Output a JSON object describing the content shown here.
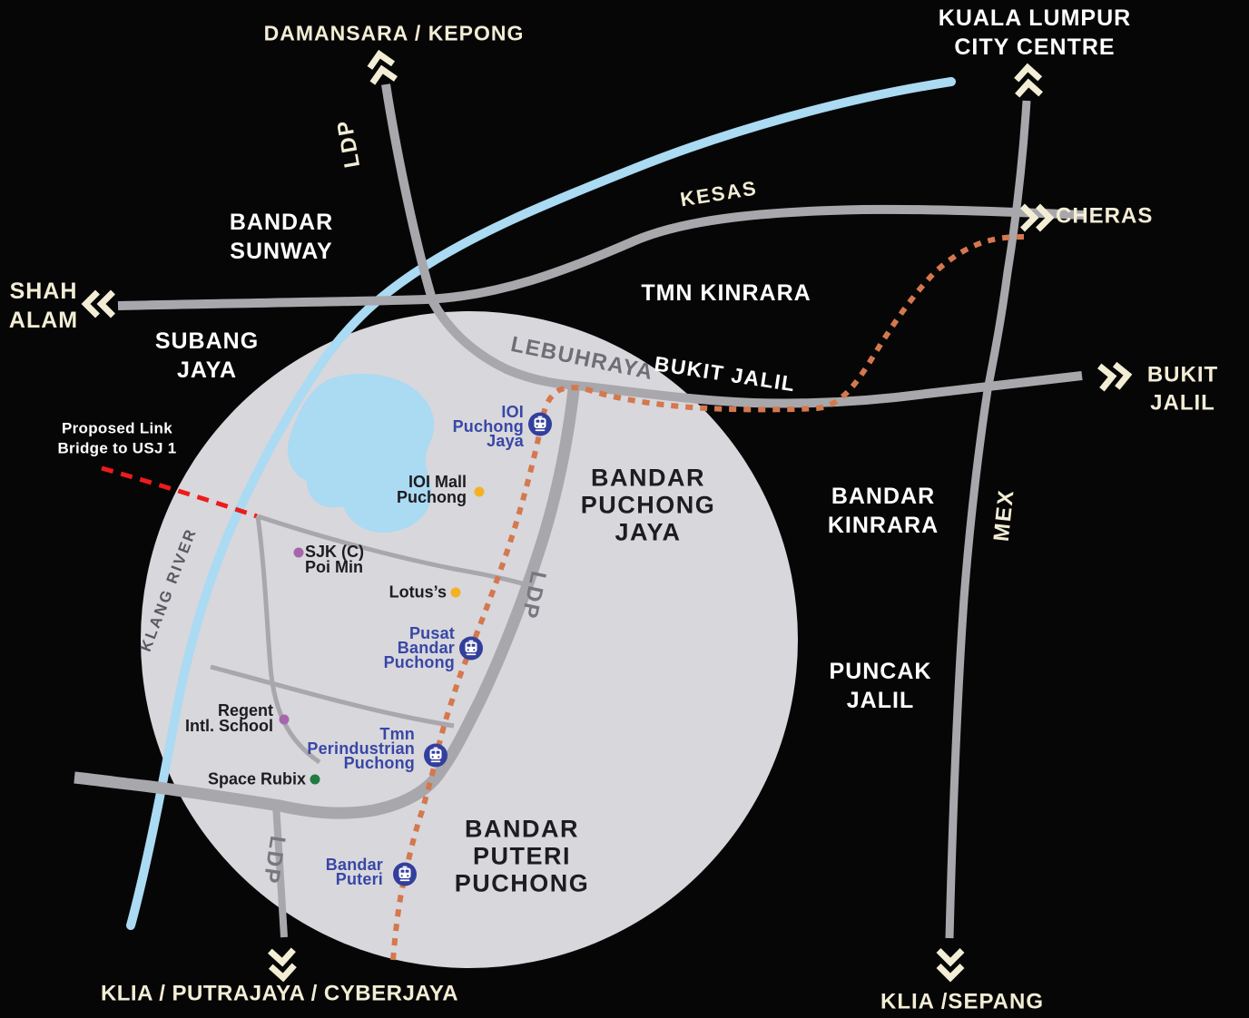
{
  "colors": {
    "background": "#060606",
    "zone": "#D8D7DC",
    "road": "#A8A7AC",
    "river": "#ABDAF3",
    "lrt_line": "#D4784E",
    "proposed_bridge": "#EE1B1B",
    "cream": "#F3EDD5",
    "white": "#FFFFFF",
    "dark_text": "#1D1C1F",
    "road_label": "#6E6E75",
    "river_label": "#585A60",
    "station": "#333F9C",
    "station_text": "#3847A6",
    "poi_yellow": "#F4B223",
    "poi_purple": "#A765AD",
    "poi_green": "#207A43"
  },
  "destinations": {
    "damansara": "DAMANSARA / KEPONG",
    "klcc": "KUALA LUMPUR\nCITY CENTRE",
    "cheras": "CHERAS",
    "bukit_jalil": "BUKIT\nJALIL",
    "shah_alam": "SHAH\nALAM",
    "klia_putrajaya": "KLIA / PUTRAJAYA / CYBERJAYA",
    "klia_sepang": "KLIA /SEPANG"
  },
  "areas": {
    "bandar_sunway": "BANDAR\nSUNWAY",
    "subang_jaya": "SUBANG\nJAYA",
    "tmn_kinrara": "TMN KINRARA",
    "bandar_kinrara": "BANDAR\nKINRARA",
    "puncak_jalil": "PUNCAK\nJALIL",
    "bandar_puchong_jaya": "BANDAR\nPUCHONG\nJAYA",
    "bandar_puteri_puchong": "BANDAR\nPUTERI\nPUCHONG"
  },
  "roads": {
    "ldp": "LDP",
    "kesas": "KESAS",
    "mex": "MEX",
    "lebuhraya": "LEBUHRAYA",
    "bukit_jalil_hwy": "BUKIT JALIL",
    "klang_river": "KLANG RIVER"
  },
  "note": {
    "proposed_bridge": "Proposed Link\nBridge to USJ 1"
  },
  "stations": [
    {
      "name": "IOI\nPuchong\nJaya"
    },
    {
      "name": "Pusat\nBandar\nPuchong"
    },
    {
      "name": "Tmn\nPerindustrian\nPuchong"
    },
    {
      "name": "Bandar\nPuteri"
    }
  ],
  "pois": [
    {
      "name": "IOI Mall\nPuchong",
      "type": "yellow"
    },
    {
      "name": "SJK (C)\nPoi Min",
      "type": "purple"
    },
    {
      "name": "Lotus’s",
      "type": "yellow"
    },
    {
      "name": "Regent\nIntl. School",
      "type": "purple"
    },
    {
      "name": "Space Rubix",
      "type": "green"
    }
  ]
}
